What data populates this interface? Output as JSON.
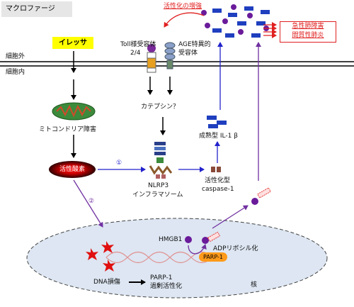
{
  "title": "マクロファージ",
  "extracellular": "細胞外",
  "intracellular": "細胞内",
  "iressa": "イレッサ",
  "mito_damage": "ミトコンドリア障害",
  "ros": "活性酸素",
  "tlr_line1": "Toll様受容体",
  "tlr_line2": "2/4",
  "age_line1": "AGE特異的",
  "age_line2": "受容体",
  "cathepsin": "カテプシン？",
  "nlrp3_line1": "NLRP3",
  "nlrp3_line2": "インフラマソーム",
  "caspase_line1": "活性化型",
  "caspase_line2": "caspase-1",
  "il1b": "成熟型 IL-1 β",
  "amplify": "活性化の増強",
  "disease_line1": "急性肺障害",
  "disease_line2": "間質性肺炎",
  "step1": "①",
  "step2": "②",
  "hmgb1": "HMGB1",
  "parp1": "PARP-1",
  "adp": "ADPリボシル化",
  "dna_damage": "DNA損傷",
  "parp_line1": "PARP-1",
  "parp_line2": "過剰活性化",
  "nucleus": "核",
  "colors": {
    "blue_arrow": "#2222cc",
    "purple_arrow": "#7030a0",
    "red": "#e02020",
    "membrane": "#000000",
    "nucleus_fill": "#dde6f2",
    "il1b_block": "#1f3fbf",
    "hmgb1_dot": "#6a1b9a",
    "iressa_bg": "#ffff00"
  }
}
